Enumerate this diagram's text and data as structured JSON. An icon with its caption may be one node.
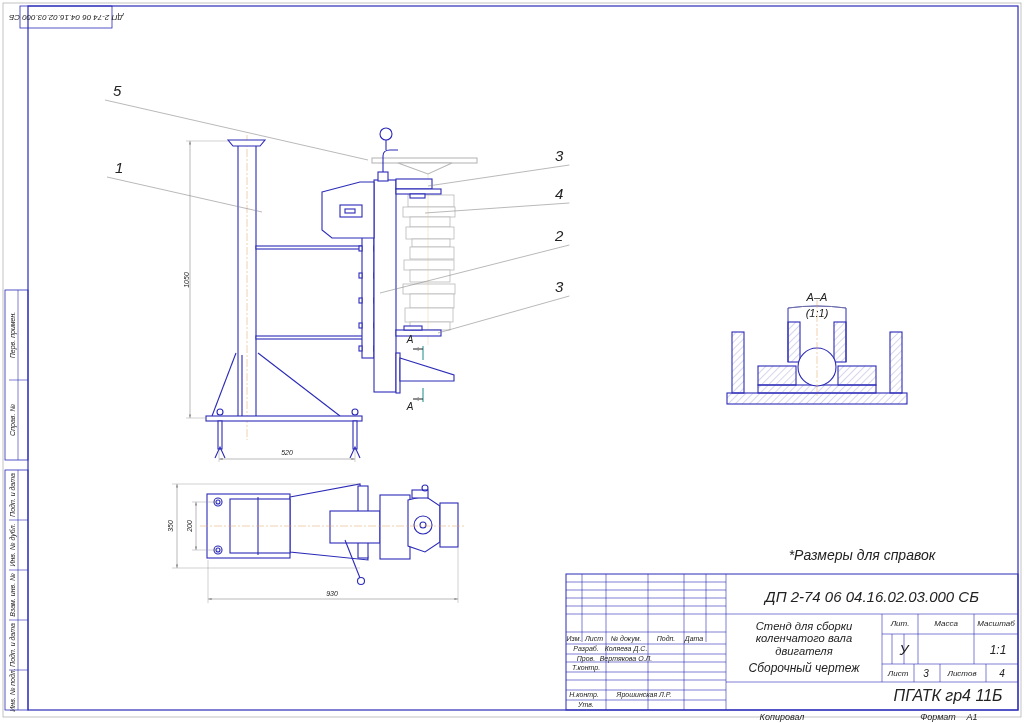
{
  "diagram": {
    "nodes": [
      {
        "text": [
          "5"
        ]
      },
      {
        "text": [
          "1"
        ]
      },
      {
        "text": [
          "3"
        ]
      },
      {
        "text": [
          "4"
        ]
      },
      {
        "text": [
          "2"
        ]
      },
      {
        "text": [
          "3"
        ]
      }
    ],
    "edges": [
      {
        "from": 0,
        "to": null,
        "arrow": "none"
      },
      {
        "from": 1,
        "to": null,
        "arrow": "none"
      },
      {
        "from": 2,
        "to": null,
        "arrow": "none"
      },
      {
        "from": 3,
        "to": null,
        "arrow": "none"
      },
      {
        "from": 4,
        "to": null,
        "arrow": "none"
      },
      {
        "from": 5,
        "to": null,
        "arrow": "none"
      }
    ],
    "labels": [
      "ДП 2-74 06 04.16.02.03.000 СБ",
      "1050",
      "A",
      "A",
      "А–А",
      "(1:1)",
      "520",
      "350",
      "200",
      "930",
      "*Размеры для справок",
      "ДП 2-74 06 04.16.02.03.000 СБ",
      "Изм.",
      "Лист",
      "№ докум.",
      "Подп.",
      "Дата",
      "Разраб.",
      "Коляева Д.С.",
      "Пров.",
      "Вертякова О.Л.",
      "Т.контр.",
      "Н.контр.",
      "Ярошинская Л.Р.",
      "Утв.",
      "Стенд для сборки коленчатого вала двигателя",
      "Сборочный чертеж",
      "Лит.",
      "Масса",
      "Масштаб",
      "У",
      "1:1",
      "Лист",
      "3",
      "Листов",
      "4",
      "ПГАТК гр4 11Б",
      "Копировал",
      "Формат",
      "А1",
      "Перв. примен.",
      "Справ. №",
      "Подп. и дата",
      "Инв. № дубл.",
      "Взам. инв. №",
      "Подп. и дата",
      "Инв. № подл."
    ]
  }
}
